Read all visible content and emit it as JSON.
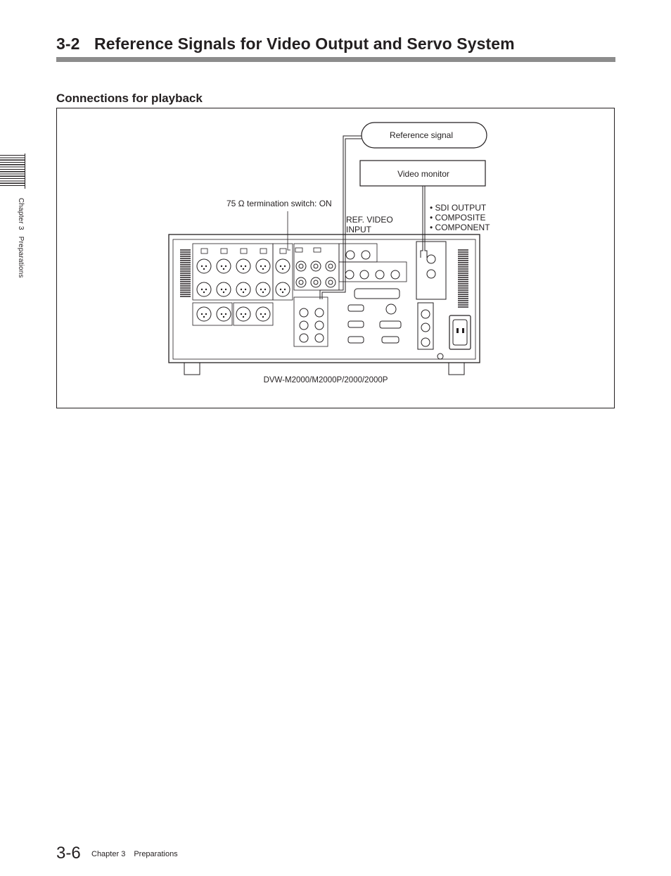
{
  "section": {
    "number": "3-2",
    "title": "Reference Signals for Video Output and Servo System"
  },
  "subsection": {
    "title": "Connections for playback"
  },
  "figure": {
    "reference_signal_label": "Reference signal",
    "video_monitor_label": "Video monitor",
    "termination_label": "75 Ω termination switch: ON",
    "ref_video_input_line1": "REF. VIDEO",
    "ref_video_input_line2": "INPUT",
    "outputs": [
      "• SDI OUTPUT",
      "• COMPOSITE",
      "• COMPONENT"
    ],
    "model_label": "DVW-M2000/M2000P/2000/2000P"
  },
  "sidebar": {
    "chapter": "Chapter 3",
    "section": "Preparations"
  },
  "footer": {
    "page_number": "3-6",
    "chapter": "Chapter 3",
    "section": "Preparations"
  }
}
